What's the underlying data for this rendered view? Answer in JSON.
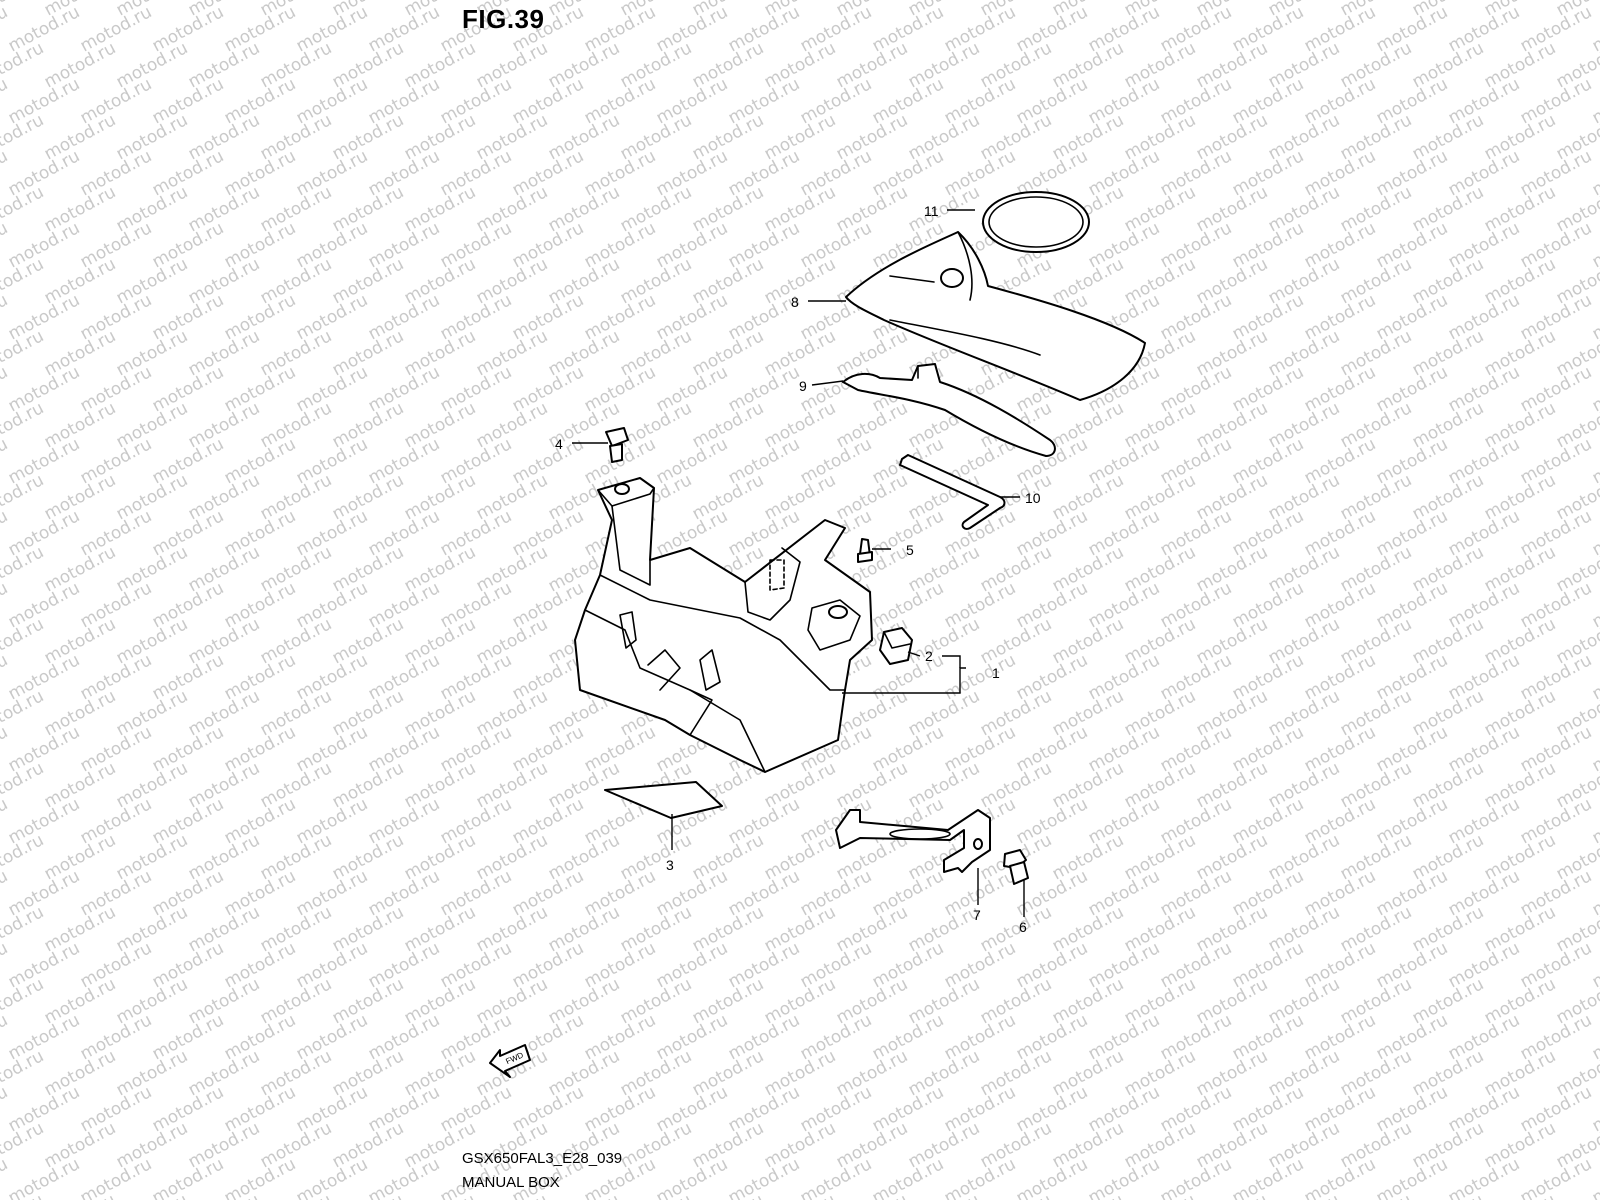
{
  "figure": {
    "title": "FIG.39",
    "footer_code": "GSX650FAL3_E28_039",
    "footer_title": "MANUAL BOX"
  },
  "watermark": {
    "text": "motod.ru",
    "color": "#c9c9c9"
  },
  "forward_arrow": {
    "label": "FWD",
    "icon": "fwd-arrow-icon"
  },
  "callouts": [
    {
      "id": "1",
      "label": "1"
    },
    {
      "id": "2",
      "label": "2"
    },
    {
      "id": "3",
      "label": "3"
    },
    {
      "id": "4",
      "label": "4"
    },
    {
      "id": "5",
      "label": "5"
    },
    {
      "id": "6",
      "label": "6"
    },
    {
      "id": "7",
      "label": "7"
    },
    {
      "id": "8",
      "label": "8"
    },
    {
      "id": "9",
      "label": "9"
    },
    {
      "id": "10",
      "label": "10"
    },
    {
      "id": "11",
      "label": "11"
    }
  ]
}
